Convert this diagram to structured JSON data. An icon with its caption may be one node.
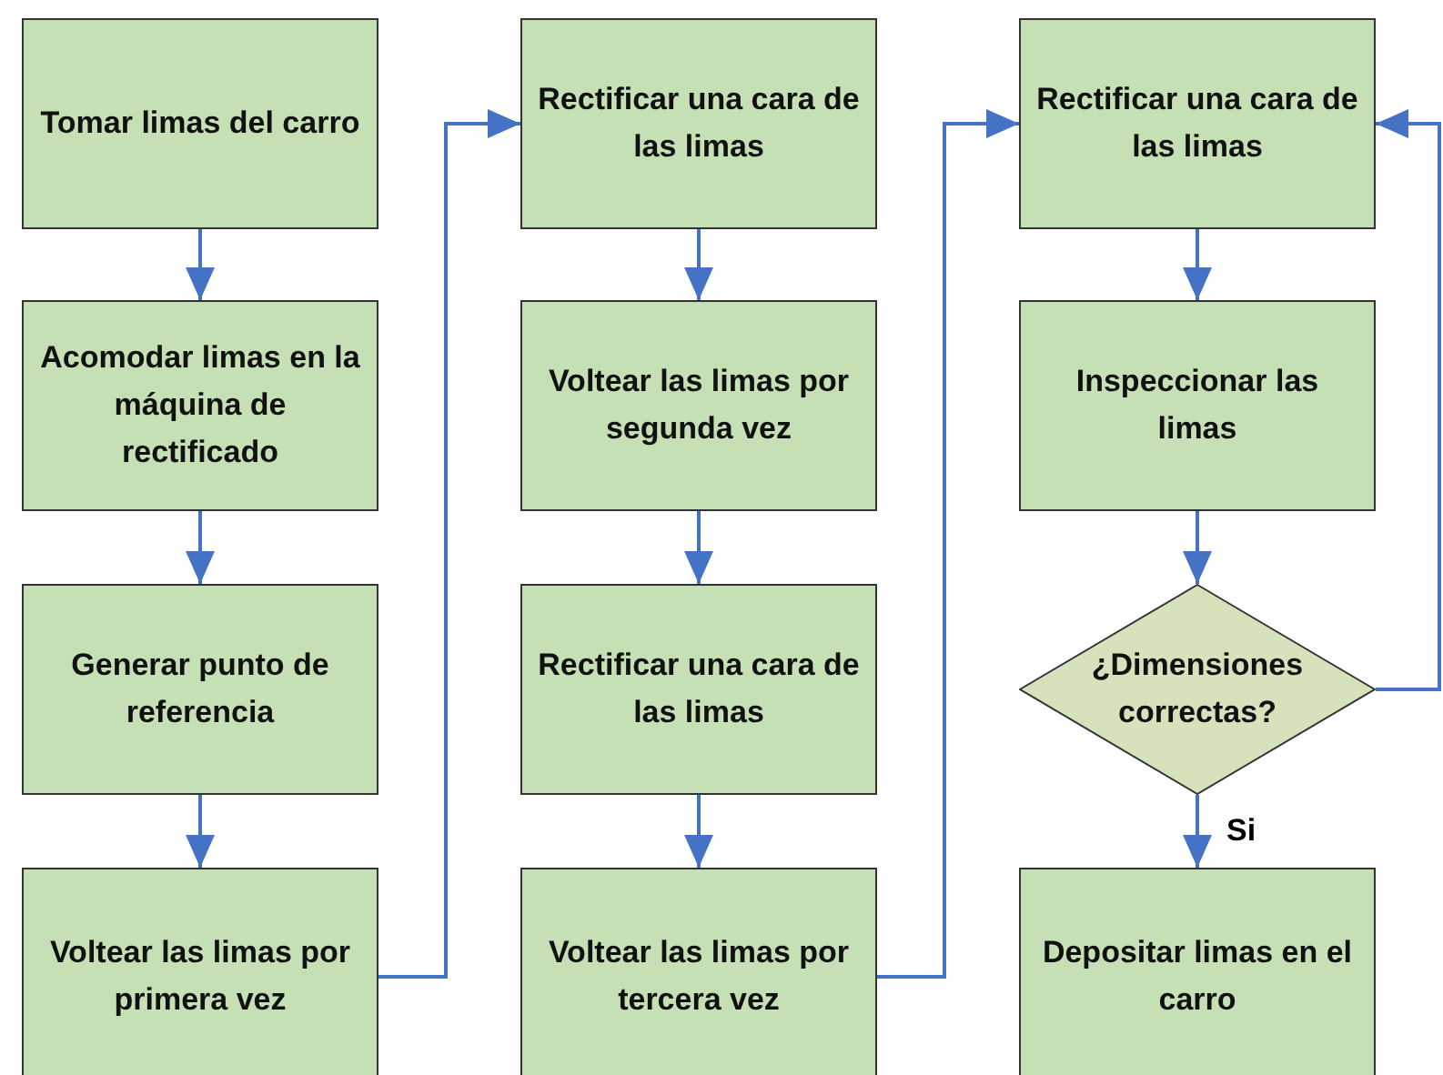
{
  "diagram": {
    "nodes": [
      {
        "text": [
          "Tomar limas del carro"
        ]
      },
      {
        "text": [
          "Acomodar limas en la máquina de rectificado"
        ]
      },
      {
        "text": [
          "Generar punto de referencia"
        ]
      },
      {
        "text": [
          "Voltear las limas por primera vez"
        ]
      },
      {
        "text": [
          "Rectificar una cara de las limas"
        ]
      },
      {
        "text": [
          "Voltear las limas por segunda vez"
        ]
      },
      {
        "text": [
          "Rectificar una cara de las limas"
        ]
      },
      {
        "text": [
          "Voltear las limas por tercera vez"
        ]
      },
      {
        "text": [
          "Rectificar una cara de las limas"
        ]
      },
      {
        "text": [
          "Inspeccionar las limas"
        ]
      },
      {
        "text": [
          "¿Dimensiones correctas?"
        ]
      },
      {
        "text": [
          "Depositar limas en el carro"
        ]
      }
    ],
    "edges": [
      {
        "from": 0,
        "to": 1,
        "arrow": "to"
      },
      {
        "from": 1,
        "to": 2,
        "arrow": "to"
      },
      {
        "from": 2,
        "to": 3,
        "arrow": "to"
      },
      {
        "from": 3,
        "to": 4,
        "arrow": "to"
      },
      {
        "from": 4,
        "to": 5,
        "arrow": "to"
      },
      {
        "from": 5,
        "to": 6,
        "arrow": "to"
      },
      {
        "from": 6,
        "to": 7,
        "arrow": "to"
      },
      {
        "from": 7,
        "to": 8,
        "arrow": "to"
      },
      {
        "from": 8,
        "to": 9,
        "arrow": "to"
      },
      {
        "from": 9,
        "to": 10,
        "arrow": "to"
      },
      {
        "from": 10,
        "to": 11,
        "label": "Si",
        "arrow": "to"
      },
      {
        "from": 10,
        "to": 8,
        "arrow": "to"
      }
    ]
  }
}
